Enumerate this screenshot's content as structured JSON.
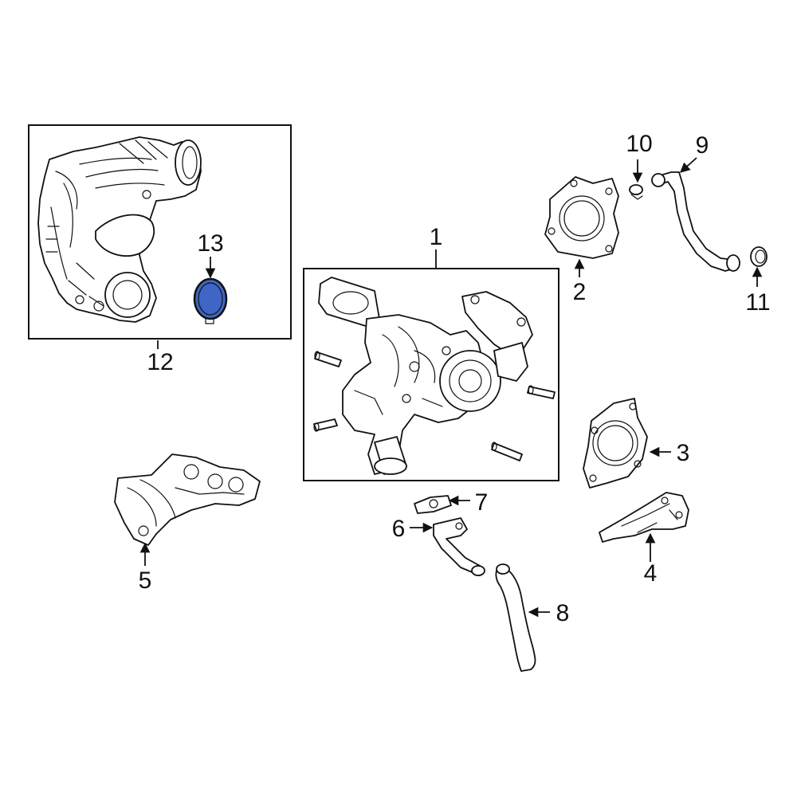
{
  "callouts": {
    "c1": "1",
    "c2": "2",
    "c3": "3",
    "c4": "4",
    "c5": "5",
    "c6": "6",
    "c7": "7",
    "c8": "8",
    "c9": "9",
    "c10": "10",
    "c11": "11",
    "c12": "12",
    "c13": "13"
  },
  "colors": {
    "line": "#111111",
    "highlight_fill": "#3f66c4",
    "highlight_stroke": "#111111",
    "background": "#ffffff"
  }
}
